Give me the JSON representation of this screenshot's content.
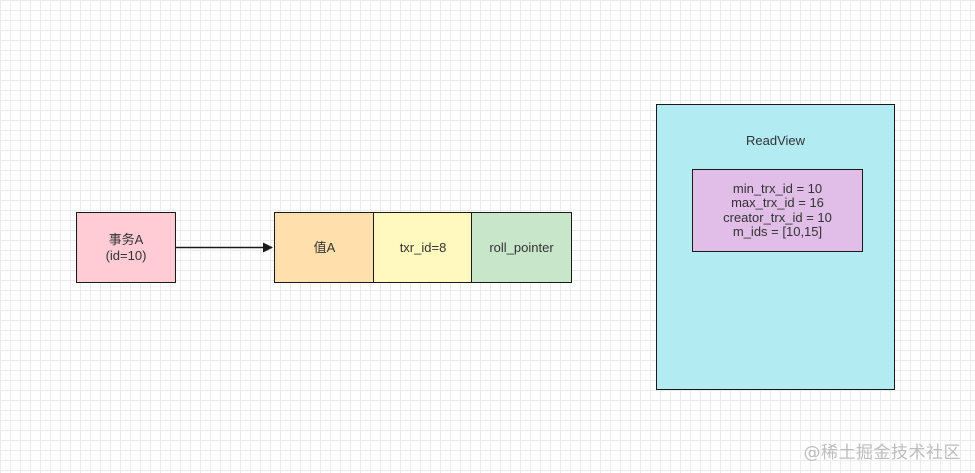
{
  "colors": {
    "transaction_fill": "#ffccd5",
    "value_fill": "#ffe0ac",
    "txr_fill": "#fff8bf",
    "roll_fill": "#c8e6c9",
    "readview_fill": "#b2ebf2",
    "readview_fields_fill": "#e1bee7",
    "stroke": "#1a1a1a",
    "grid": "#ebebeb"
  },
  "transaction": {
    "name": "事务A",
    "id_text": "(id=10)"
  },
  "record": {
    "value": "值A",
    "txr_id": "txr_id=8",
    "roll_pointer": "roll_pointer"
  },
  "readview": {
    "title": "ReadView",
    "min_trx_id": "min_trx_id = 10",
    "max_trx_id": "max_trx_id = 16",
    "creator_trx_id": "creator_trx_id = 10",
    "m_ids": "m_ids = [10,15]"
  },
  "watermark": "@稀土掘金技术社区"
}
